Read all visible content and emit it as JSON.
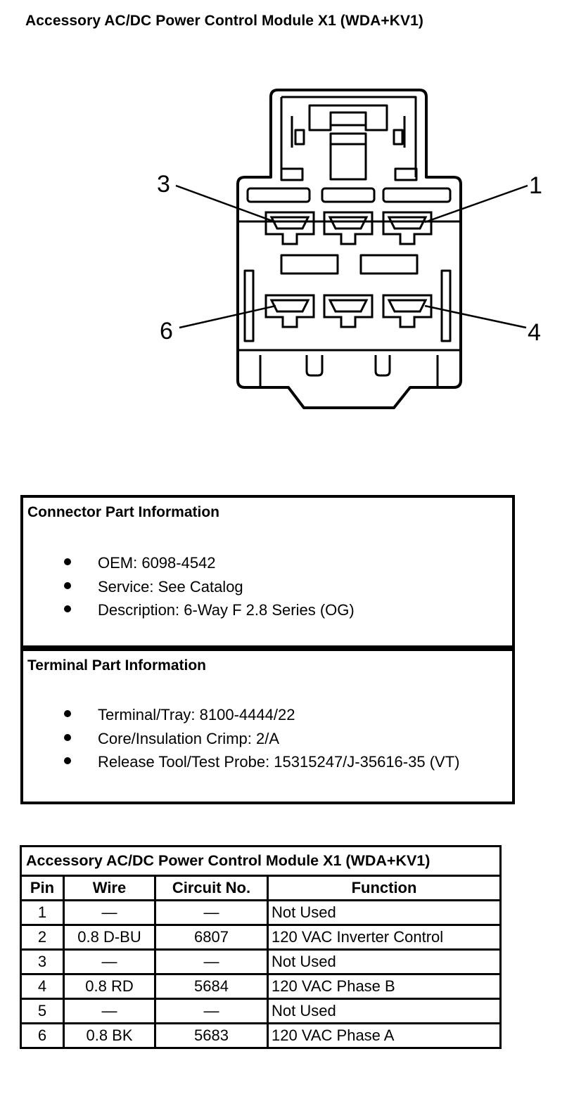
{
  "page_title": "Accessory AC/DC Power Control Module X1 (WDA+KV1)",
  "connector": {
    "pin_callouts": [
      "3",
      "1",
      "6",
      "4"
    ]
  },
  "connector_part_info": {
    "title": "Connector Part Information",
    "items": [
      "OEM: 6098-4542",
      "Service: See Catalog",
      "Description: 6-Way F 2.8 Series (OG)"
    ]
  },
  "terminal_part_info": {
    "title": "Terminal Part Information",
    "items": [
      "Terminal/Tray: 8100-4444/22",
      "Core/Insulation Crimp: 2/A",
      "Release Tool/Test Probe: 15315247/J-35616-35 (VT)"
    ]
  },
  "pin_table": {
    "caption": "Accessory AC/DC Power Control Module X1 (WDA+KV1)",
    "headers": [
      "Pin",
      "Wire",
      "Circuit No.",
      "Function"
    ],
    "rows": [
      [
        "1",
        "—",
        "—",
        "Not Used"
      ],
      [
        "2",
        "0.8 D-BU",
        "6807",
        "120 VAC Inverter Control"
      ],
      [
        "3",
        "—",
        "—",
        "Not Used"
      ],
      [
        "4",
        "0.8 RD",
        "5684",
        "120 VAC Phase B"
      ],
      [
        "5",
        "—",
        "—",
        "Not Used"
      ],
      [
        "6",
        "0.8 BK",
        "5683",
        "120 VAC Phase A"
      ]
    ]
  }
}
